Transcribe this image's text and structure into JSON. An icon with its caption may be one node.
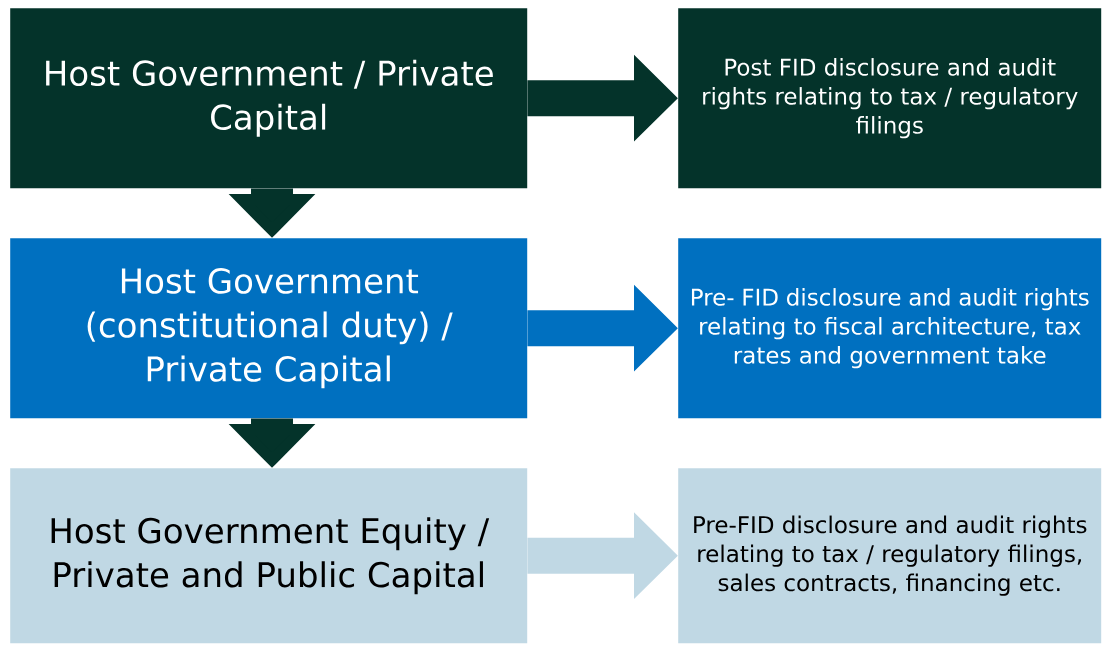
{
  "diagram": {
    "nodes": [
      {
        "text": [
          "Host Government / Private Capital"
        ]
      },
      {
        "text": [
          "Host Government (constitutional duty) / Private Capital"
        ]
      },
      {
        "text": [
          "Host Government Equity / Private and Public Capital"
        ]
      },
      {
        "text": [
          "Post FID disclosure and audit rights relating to tax / regulatory filings"
        ]
      },
      {
        "text": [
          "Pre- FID disclosure and audit rights relating to fiscal architecture, tax rates and government take"
        ]
      },
      {
        "text": [
          "Pre-FID disclosure and audit rights relating to tax / regulatory filings, sales contracts, financing etc."
        ]
      }
    ],
    "edges": [
      {
        "from": 0,
        "to": 3,
        "arrow": "to"
      },
      {
        "from": 0,
        "to": 1,
        "arrow": "to"
      },
      {
        "from": 1,
        "to": 4,
        "arrow": "to",
        "color": "#0070c0"
      },
      {
        "from": 1,
        "to": 2,
        "arrow": "to"
      },
      {
        "from": 2,
        "to": 5,
        "arrow": "to",
        "color": "#c0d8e4"
      }
    ]
  }
}
